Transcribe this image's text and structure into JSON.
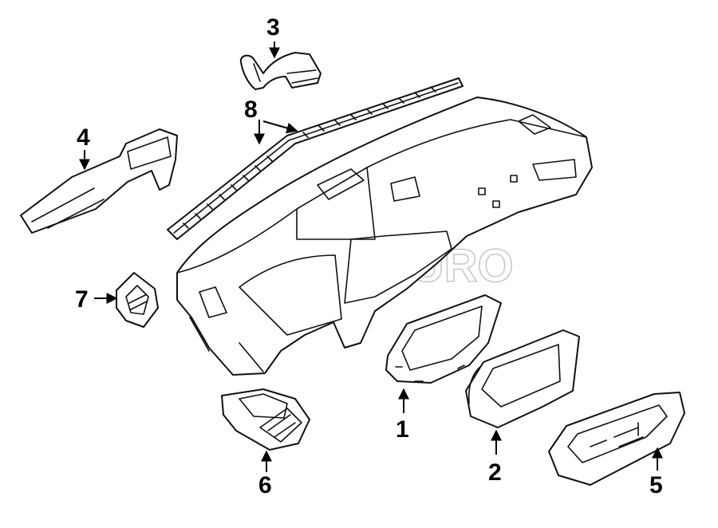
{
  "watermark": {
    "text": "FCP EURO"
  },
  "callouts": [
    {
      "id": "1",
      "label": "1"
    },
    {
      "id": "2",
      "label": "2"
    },
    {
      "id": "3",
      "label": "3"
    },
    {
      "id": "4",
      "label": "4"
    },
    {
      "id": "5",
      "label": "5"
    },
    {
      "id": "6",
      "label": "6"
    },
    {
      "id": "7",
      "label": "7"
    },
    {
      "id": "8",
      "label": "8"
    }
  ]
}
